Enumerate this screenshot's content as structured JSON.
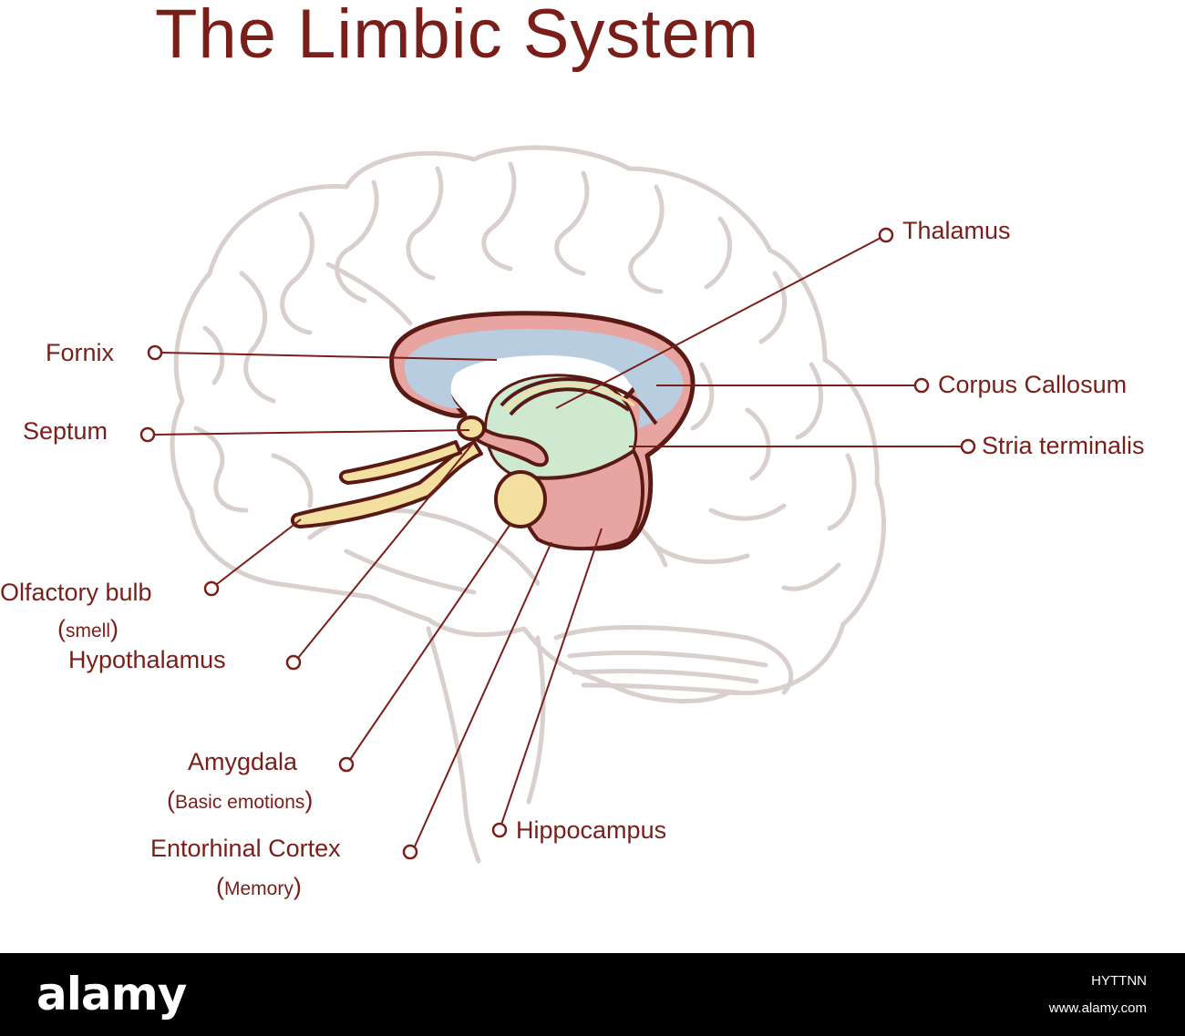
{
  "title": "The Limbic System",
  "labels": {
    "thalamus": "Thalamus",
    "fornix": "Fornix",
    "corpus_callosum": "Corpus Callosum",
    "septum": "Septum",
    "stria_terminalis": "Stria terminalis",
    "olfactory_bulb": "Olfactory bulb",
    "olfactory_bulb_note": "smell",
    "hypothalamus": "Hypothalamus",
    "amygdala": "Amygdala",
    "amygdala_note": "Basic emotions",
    "entorhinal_cortex": "Entorhinal Cortex",
    "entorhinal_cortex_note": "Memory",
    "hippocampus": "Hippocampus"
  },
  "colors": {
    "text": "#7a1e1a",
    "leader_line": "#7a1e1a",
    "brain_outline": "#d9cfcc",
    "corpus_callosum_fill": "#e8a4a0",
    "ventricle_fill": "#b8cde0",
    "thalamus_fill": "#cfe8d0",
    "amygdala_fill": "#f3dfa0",
    "olfactory_fill": "#f3dfa0"
  },
  "footer": {
    "logo": "alamy",
    "image_id": "HYTTNN",
    "url": "www.alamy.com"
  }
}
